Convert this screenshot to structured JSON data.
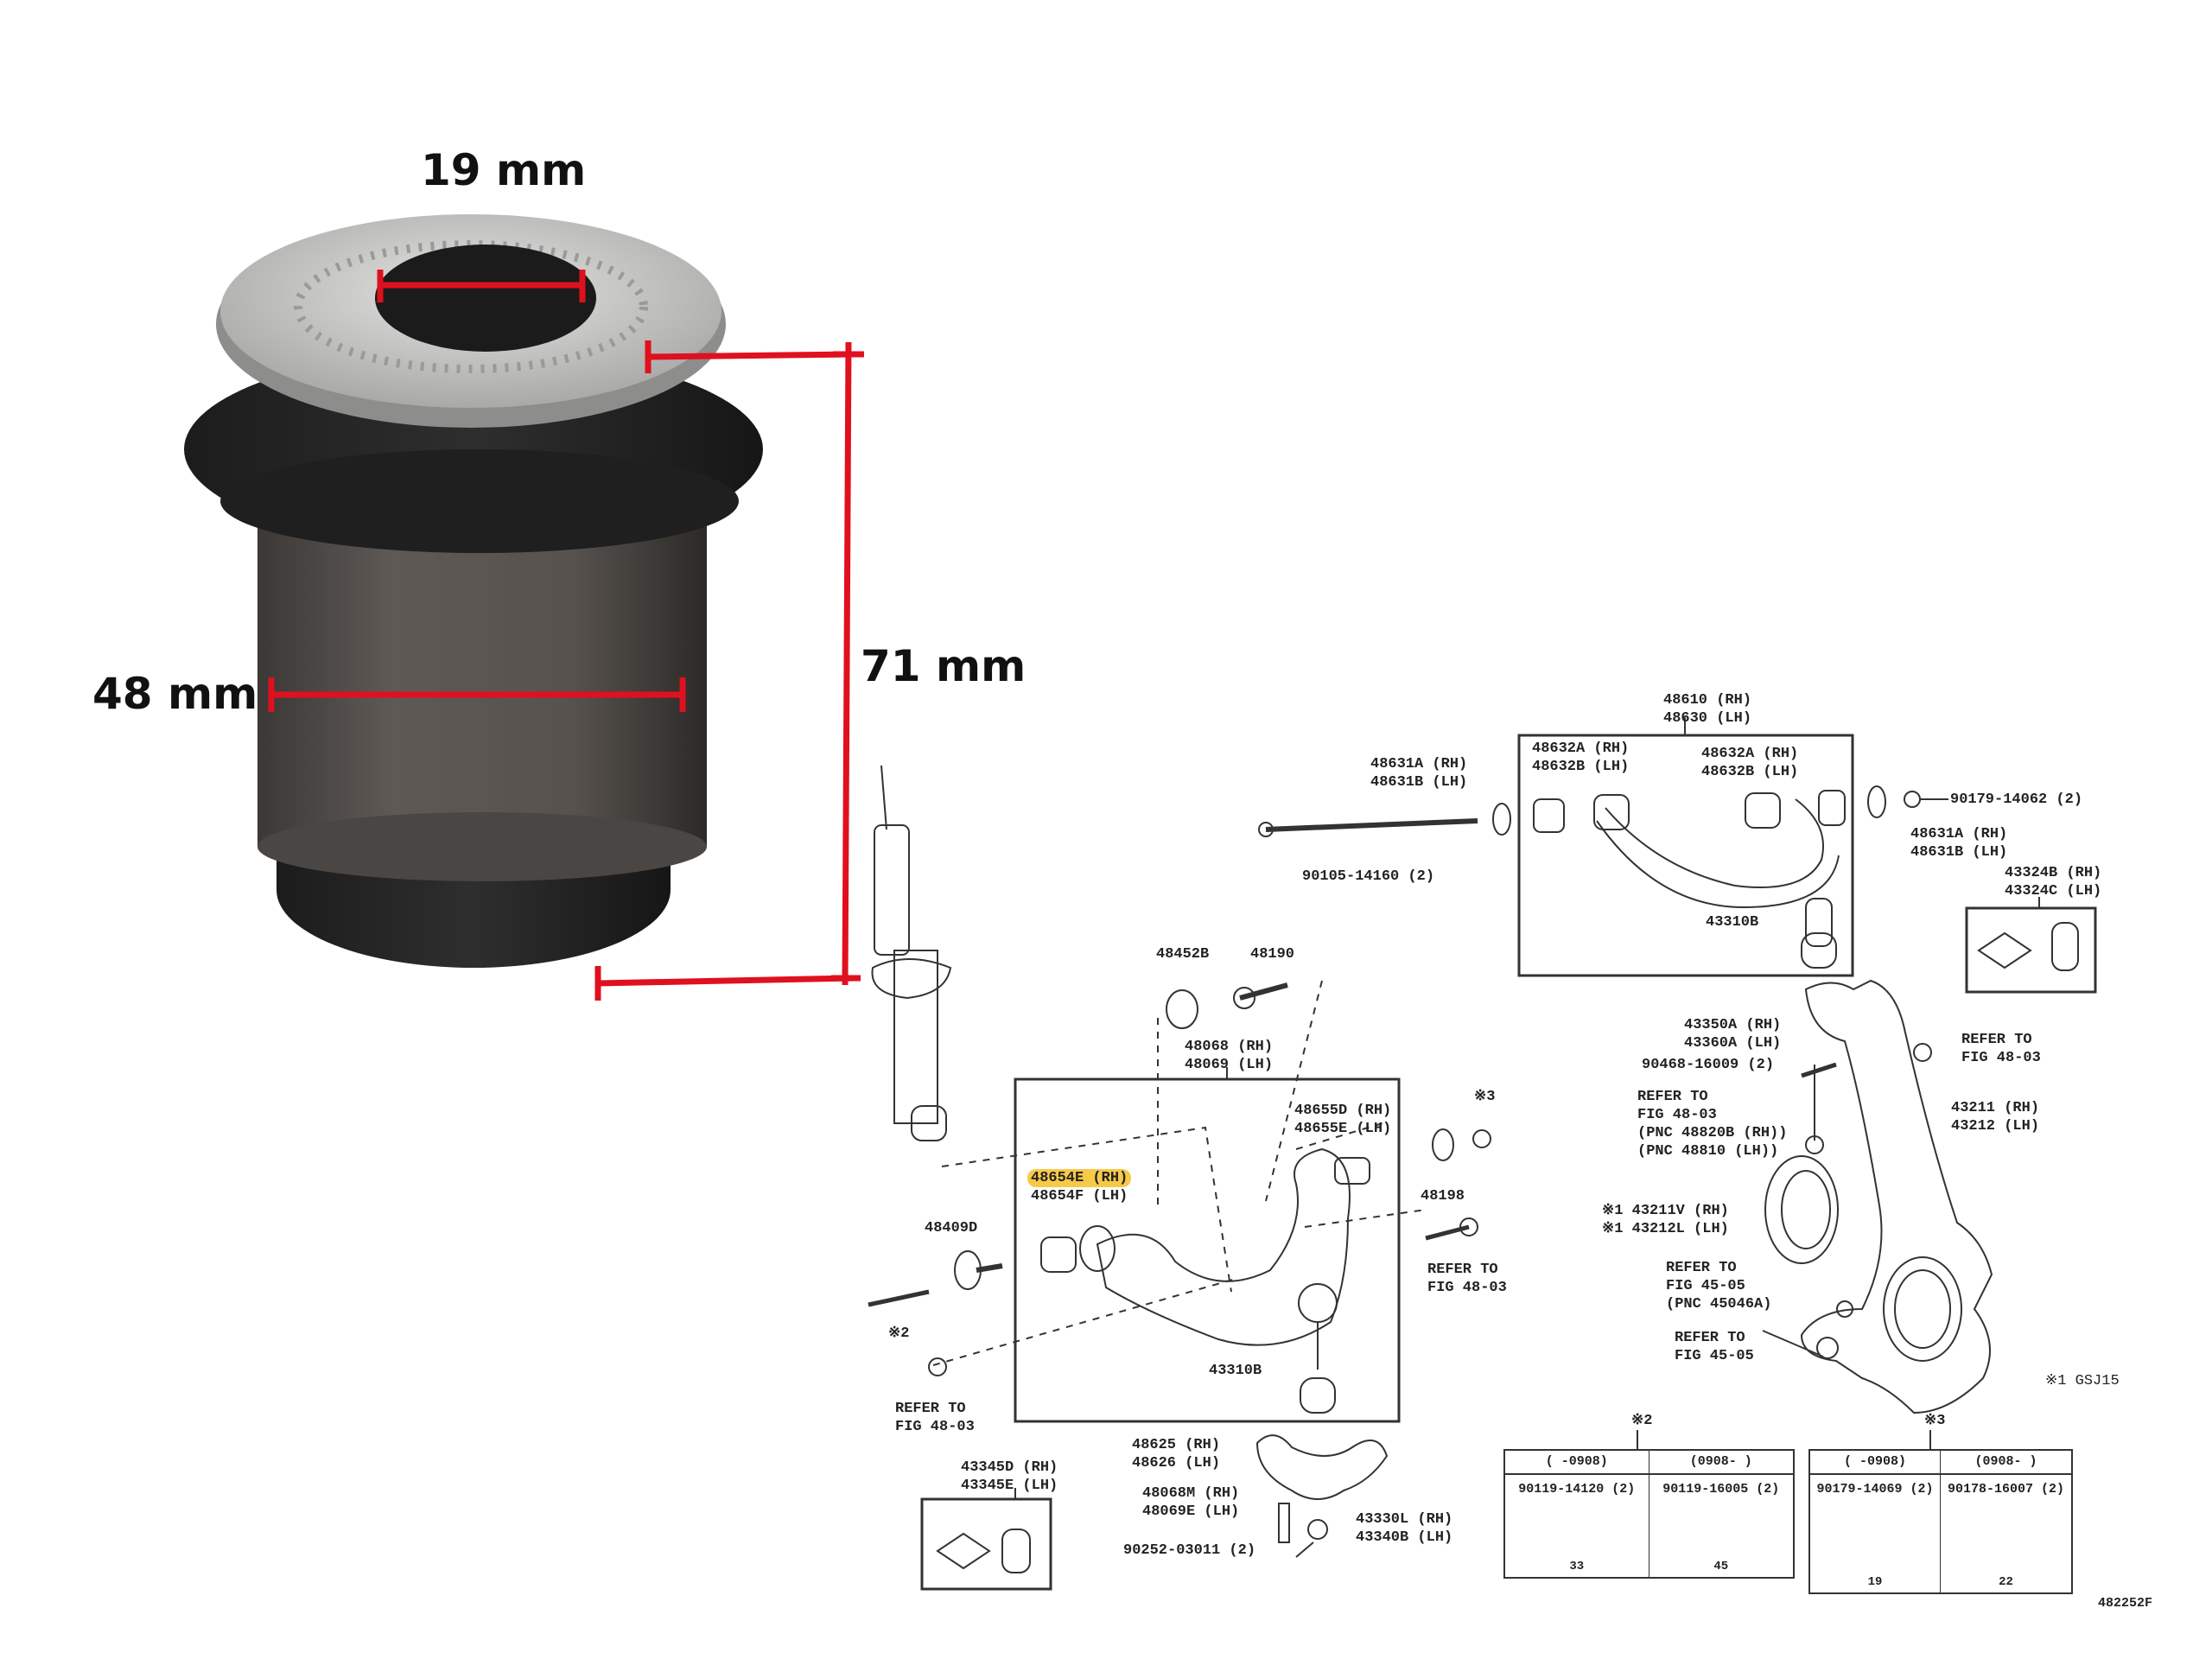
{
  "dimensions": {
    "inner_diameter": "19 mm",
    "outer_diameter": "48 mm",
    "height": "71 mm",
    "line_color": "#e0101e"
  },
  "diagram": {
    "upper_arm": [
      "48610 (RH)",
      "48630 (LH)"
    ],
    "upper_bush_left": [
      "48632A (RH)",
      "48632B (LH)"
    ],
    "upper_bush_right": [
      "48632A (RH)",
      "48632B (LH)"
    ],
    "cam_left": [
      "48631A (RH)",
      "48631B (LH)"
    ],
    "bolt_upper_nut": "90179-14062 (2)",
    "cam_right": [
      "48631A (RH)",
      "48631B (LH)"
    ],
    "upper_bolt": "90105-14160 (2)",
    "upper_boot_kit": [
      "43324B (RH)",
      "43324C (LH)"
    ],
    "upper_ball_nut": "43310B",
    "stopper": "48452B",
    "stopper_bolt": "48190",
    "bracket": [
      "43350A (RH)",
      "43360A (LH)"
    ],
    "bracket_bolt": "90468-16009 (2)",
    "refer_right": [
      "REFER TO",
      "FIG 48-03"
    ],
    "lower_arm": [
      "48068 (RH)",
      "48069 (LH)"
    ],
    "stab_link": [
      "REFER TO",
      "FIG 48-03",
      "(PNC 48820B (RH))",
      "(PNC 48810 (LH))"
    ],
    "knuckle": [
      "43211 (RH)",
      "43212 (LH)"
    ],
    "lower_bush_rear": [
      "48655D (RH)",
      "48655E (LH)"
    ],
    "note3": "※3",
    "lower_bush_front": [
      "48654E (RH)",
      "48654F (LH)"
    ],
    "cam_plate": "48198",
    "knuckle_alt": [
      "※1 43211V (RH)",
      "※1 43212L (LH)"
    ],
    "cam": "48409D",
    "refer_mid": [
      "REFER TO",
      "FIG 48-03"
    ],
    "tie_rod_end": [
      "REFER TO",
      "FIG 45-05",
      "(PNC 45046A)"
    ],
    "note2": "※2",
    "refer_tie": [
      "REFER TO",
      "FIG 45-05"
    ],
    "lower_ball_nut": "43310B",
    "gsj15": "※1 GSJ15",
    "refer_lower_left": [
      "REFER TO",
      "FIG 48-03"
    ],
    "note2b": "※2",
    "note3b": "※3",
    "ball_joint": [
      "48625 (RH)",
      "48626 (LH)"
    ],
    "lower_boot_kit": [
      "43345D (RH)",
      "43345E (LH)"
    ],
    "ball_bolt": [
      "48068M (RH)",
      "48069E (LH)"
    ],
    "ball_joint_assy": [
      "43330L (RH)",
      "43340B (LH)"
    ],
    "cotter_pin": "90252-03011 (2)",
    "figure_id": "482252F",
    "table2": {
      "headers": [
        "(   -0908)",
        "(0908-   )"
      ],
      "parts": [
        "90119-14120 (2)",
        "90119-16005 (2)"
      ],
      "dims": [
        "33",
        "45"
      ]
    },
    "table3": {
      "headers": [
        "(   -0908)",
        "(0908-   )"
      ],
      "parts": [
        "90179-14069 (2)",
        "90178-16007 (2)"
      ],
      "dims": [
        "19",
        "22"
      ]
    },
    "highlight_color": "#f7c948"
  }
}
